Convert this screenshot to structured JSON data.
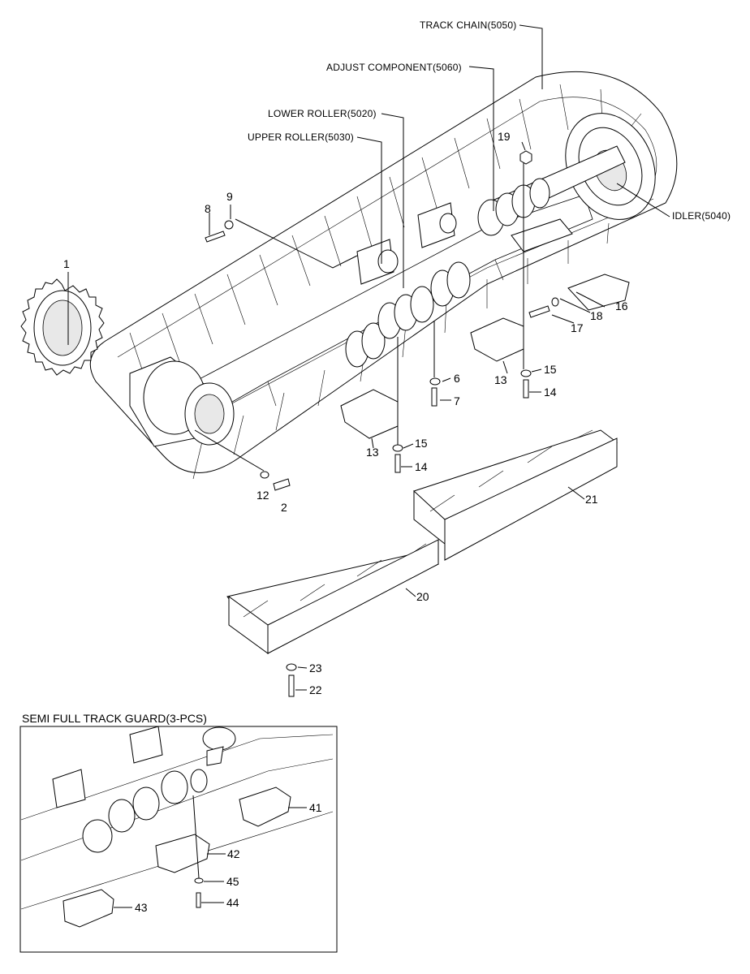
{
  "callouts": {
    "track_chain": "TRACK CHAIN(5050)",
    "adjust_component": "ADJUST COMPONENT(5060)",
    "lower_roller": "LOWER ROLLER(5020)",
    "upper_roller": "UPPER ROLLER(5030)",
    "idler": "IDLER(5040)"
  },
  "item_numbers": {
    "n1": "1",
    "n2": "2",
    "n6": "6",
    "n7": "7",
    "n8": "8",
    "n9": "9",
    "n12": "12",
    "n13a": "13",
    "n13b": "13",
    "n14a": "14",
    "n14b": "14",
    "n15a": "15",
    "n15b": "15",
    "n16": "16",
    "n17": "17",
    "n18": "18",
    "n19": "19",
    "n20": "20",
    "n21": "21",
    "n22": "22",
    "n23": "23"
  },
  "inset": {
    "title": "SEMI FULL TRACK GUARD(3-PCS)",
    "numbers": {
      "n41": "41",
      "n42": "42",
      "n43": "43",
      "n44": "44",
      "n45": "45"
    }
  }
}
